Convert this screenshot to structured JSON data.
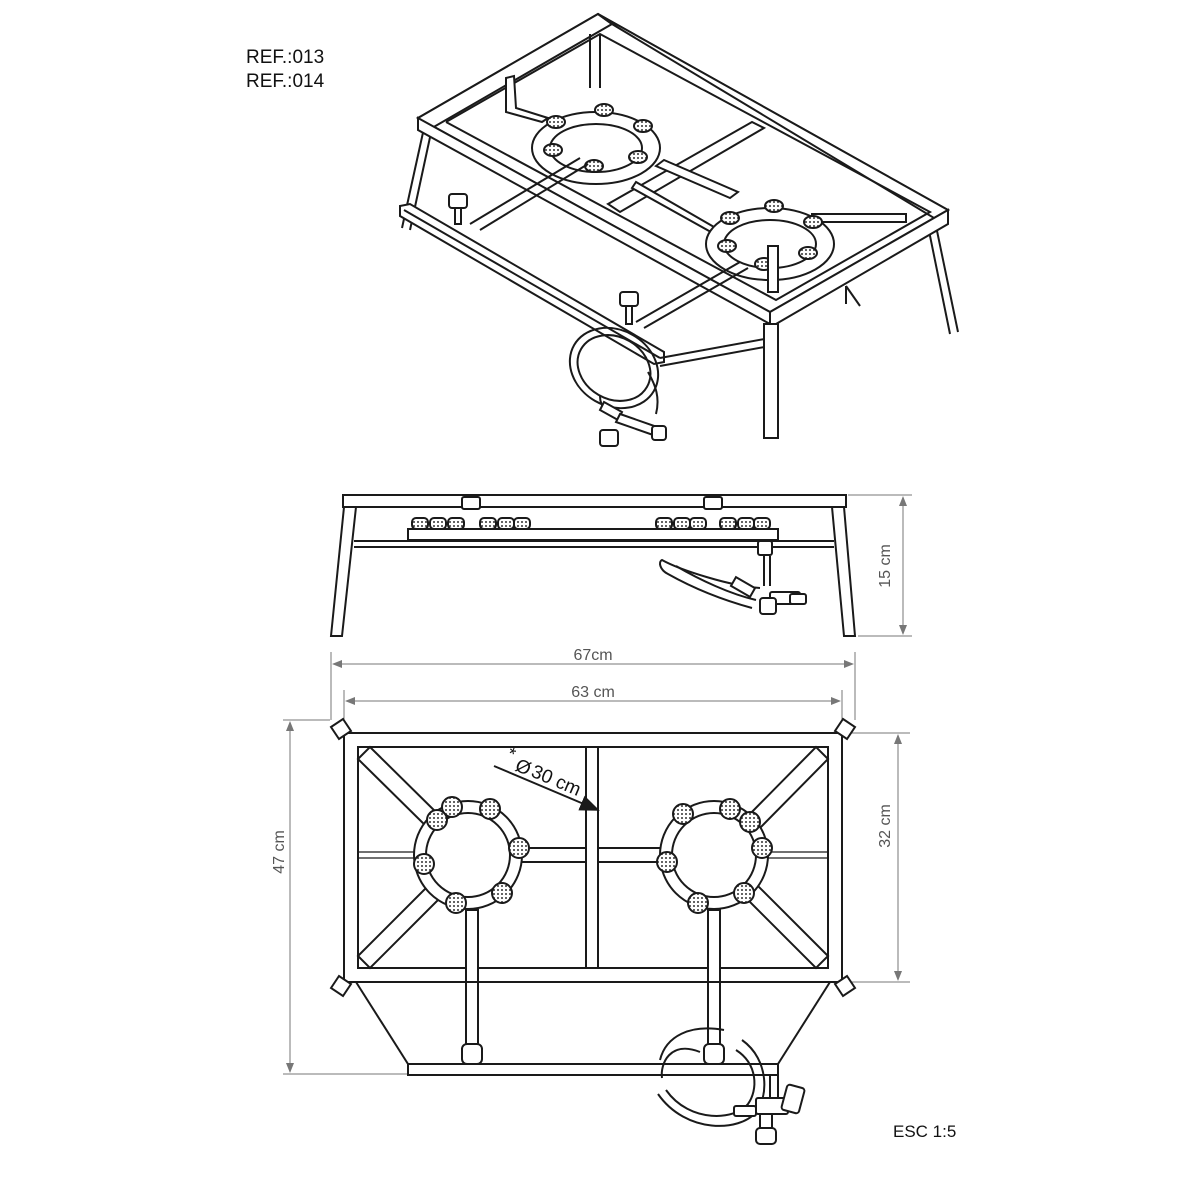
{
  "references": [
    "REF.:013",
    "REF.:014"
  ],
  "scale_label": "ESC 1:5",
  "dimensions": {
    "total_width": "67cm",
    "frame_width": "63 cm",
    "total_depth": "47 cm",
    "frame_depth": "32 cm",
    "height": "15 cm",
    "pot_diameter": "30 cm",
    "pot_diameter_prefix": "*",
    "pot_diameter_symbol": "Ø"
  },
  "views": [
    "isometric-view",
    "front-view",
    "top-view"
  ],
  "colors": {
    "line": "#1a1a1a",
    "dimension": "#777777",
    "dimension_text": "#555555"
  }
}
